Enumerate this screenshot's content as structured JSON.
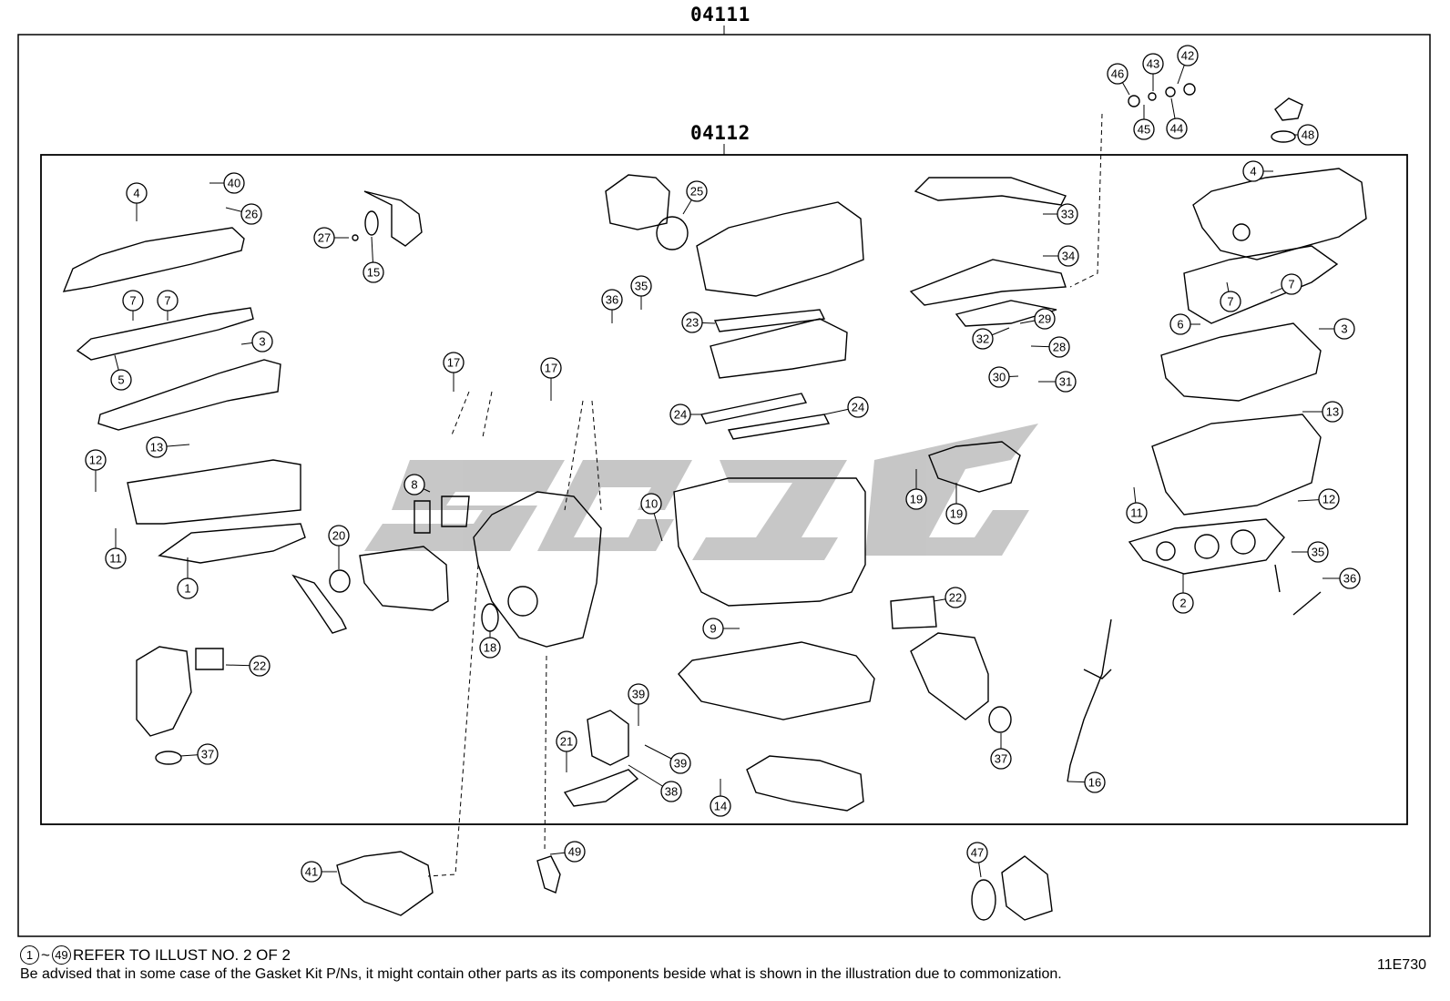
{
  "kits": {
    "outer_label": "04111",
    "inner_label": "04112"
  },
  "callouts": [
    "1",
    "2",
    "3",
    "3",
    "4",
    "4",
    "5",
    "6",
    "7",
    "7",
    "7",
    "7",
    "8",
    "9",
    "10",
    "11",
    "11",
    "12",
    "12",
    "13",
    "13",
    "14",
    "15",
    "16",
    "17",
    "17",
    "18",
    "19",
    "19",
    "20",
    "21",
    "22",
    "22",
    "23",
    "24",
    "24",
    "25",
    "26",
    "27",
    "28",
    "29",
    "30",
    "31",
    "32",
    "33",
    "34",
    "35",
    "35",
    "36",
    "36",
    "37",
    "37",
    "38",
    "39",
    "39",
    "40",
    "41",
    "42",
    "43",
    "44",
    "45",
    "46",
    "47",
    "48",
    "49"
  ],
  "footer": {
    "ref_start": "1",
    "ref_tilde": "~",
    "ref_end": "49",
    "ref_text": "REFER TO ILLUST NO. 2 OF 2",
    "note": "Be advised that in some case of the Gasket Kit P/Ns,  it might contain other parts as its components beside what is shown in the illustration due to commonization.",
    "illustration_id": "11E730"
  }
}
